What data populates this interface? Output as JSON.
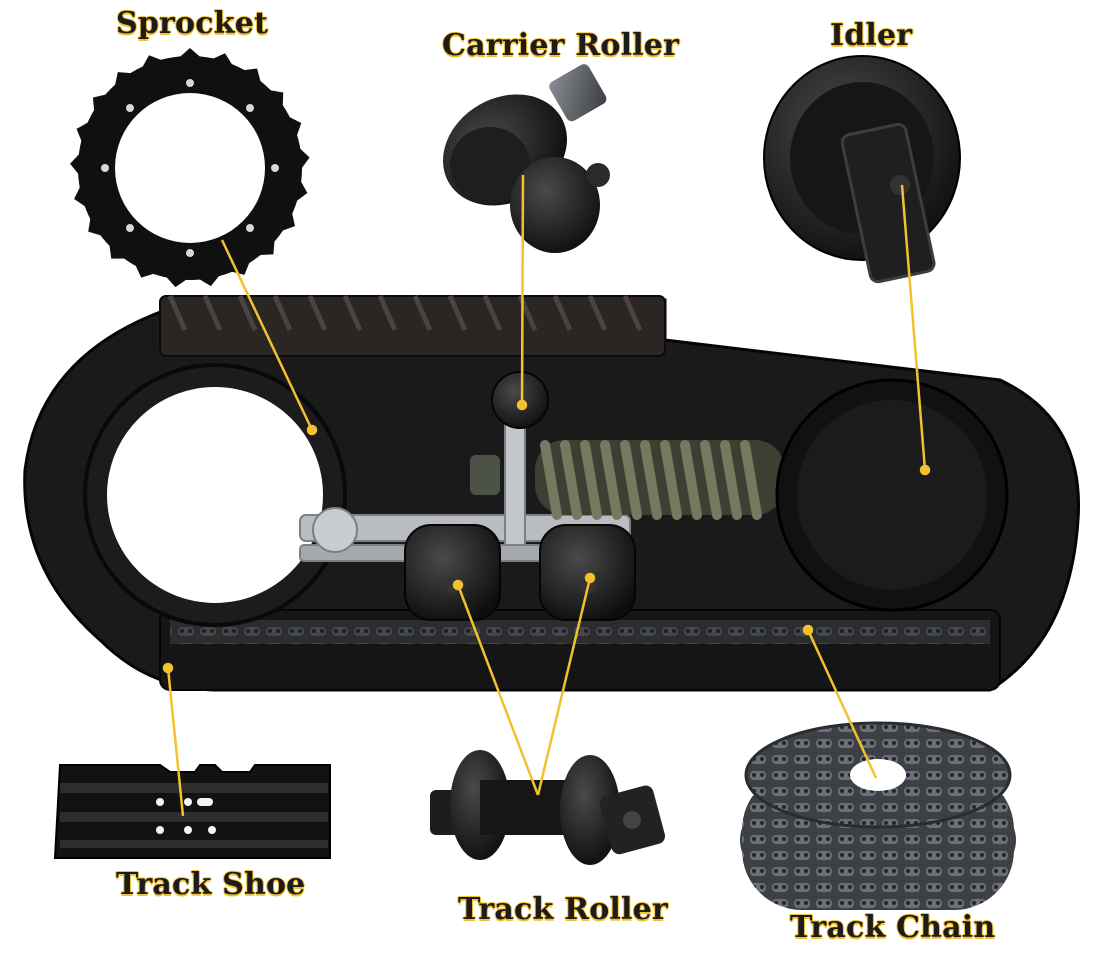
{
  "labels": {
    "sprocket": "Sprocket",
    "carrier_roller": "Carrier Roller",
    "idler": "Idler",
    "track_shoe": "Track Shoe",
    "track_roller": "Track Roller",
    "track_chain": "Track Chain"
  },
  "colors": {
    "leader_line": "#f2c12e",
    "label_outline": "#f3c12e",
    "part_black": "#121212",
    "part_dark": "#2a2a2a",
    "frame_silver": "#b9bcc0",
    "spring_olive": "#5a5a45",
    "chain_steel": "#5c6066"
  }
}
